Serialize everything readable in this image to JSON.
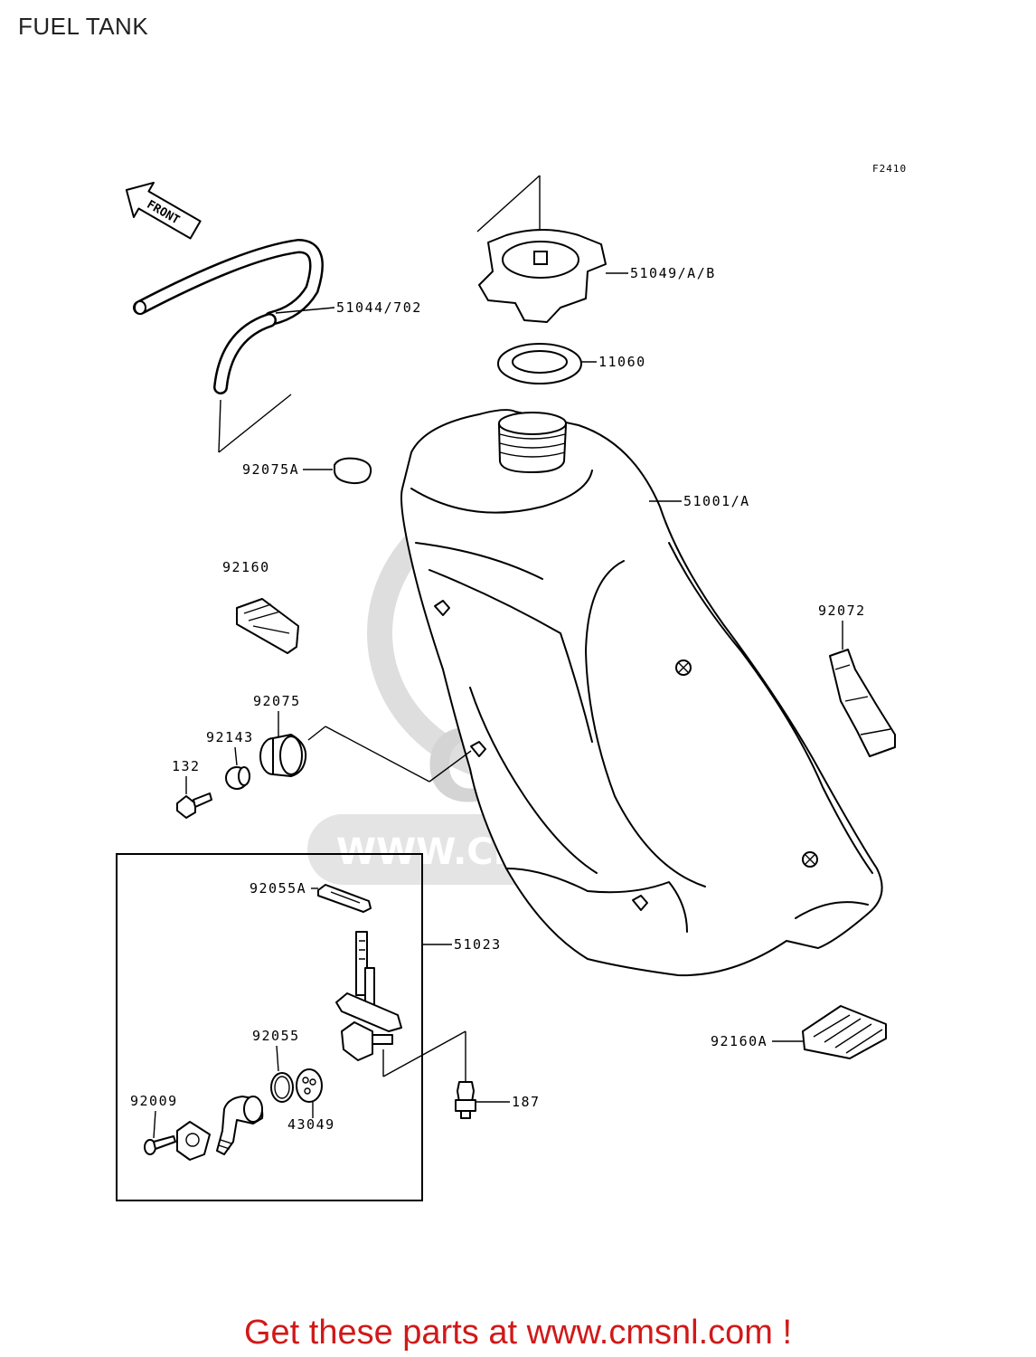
{
  "title": "FUEL TANK",
  "figure_code": "F2410",
  "front_label": "FRONT",
  "watermark": {
    "brand": "CMS",
    "url": "WWW.CMSNL.COM"
  },
  "parts": {
    "p51049": "51049/A/B",
    "p51044": "51044/702",
    "p11060": "11060",
    "p92075A": "92075A",
    "p51001": "51001/A",
    "p92160": "92160",
    "p92072": "92072",
    "p92075": "92075",
    "p92143": "92143",
    "p132": "132",
    "p92055A": "92055A",
    "p51023": "51023",
    "p92055": "92055",
    "p92160A": "92160A",
    "p92009": "92009",
    "p43049": "43049",
    "p187": "187"
  },
  "footer": "Get these parts at www.cmsnl.com !"
}
